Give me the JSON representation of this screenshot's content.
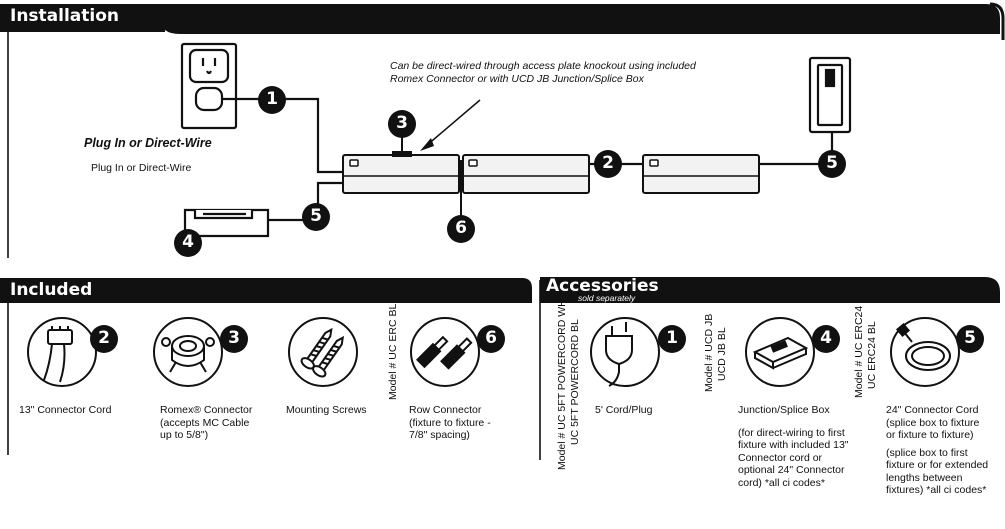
{
  "sections": {
    "installation": "Installation",
    "included": "Included",
    "accessories": "Accessories",
    "accessories_sub": "sold separately"
  },
  "installation": {
    "note_line1": "Can be direct-wired through access plate knockout using included",
    "note_line2": "Romex Connector or with UCD JB Junction/Splice Box",
    "plug_heading": "Plug In or Direct-Wire",
    "plug_sub": "Plug In or Direct-Wire",
    "callouts": [
      "1",
      "2",
      "3",
      "4",
      "5",
      "5",
      "6"
    ]
  },
  "included": [
    {
      "num": "2",
      "caption": [
        "13\" Connector Cord"
      ]
    },
    {
      "num": "3",
      "caption": [
        "Romex® Connector",
        "(accepts MC Cable",
        "up to 5/8\")"
      ]
    },
    {
      "num": "",
      "caption": [
        "Mounting Screws"
      ]
    },
    {
      "num": "6",
      "model": [
        "Model # UC ERC BL"
      ],
      "caption": [
        "Row Connector",
        "(fixture to fixture -",
        "7/8\" spacing)"
      ]
    }
  ],
  "accessories": [
    {
      "num": "1",
      "model": [
        "Model # UC 5FT POWERCORD WH",
        "UC 5FT POWERCORD BL"
      ],
      "caption": [
        "5' Cord/Plug"
      ]
    },
    {
      "num": "4",
      "model": [
        "Model # UCD JB",
        "UCD JB BL"
      ],
      "caption": [
        "Junction/Splice Box",
        "",
        "(for direct-wiring to first",
        "fixture with included 13\"",
        "Connector cord or",
        "optional 24\" Connector",
        "cord) *all ci codes*"
      ]
    },
    {
      "num": "5",
      "model": [
        "Model # UC ERC24",
        "UC ERC24 BL"
      ],
      "caption": [
        "24\" Connector Cord",
        "(splice box to fixture",
        "or fixture to fixture)",
        "(splice box to first",
        "fixture or for extended",
        "lengths between",
        "fixtures) *all ci codes*"
      ]
    }
  ],
  "colors": {
    "ink": "#111111",
    "paper": "#ffffff",
    "fixture_fill": "#f2f2f2"
  },
  "icons": [
    "wall-outlet-icon",
    "fixture-icon",
    "splice-box-icon",
    "connector-cord-icon",
    "romex-connector-icon",
    "screw-icon",
    "row-connector-icon",
    "power-plug-icon",
    "coiled-cord-icon"
  ]
}
